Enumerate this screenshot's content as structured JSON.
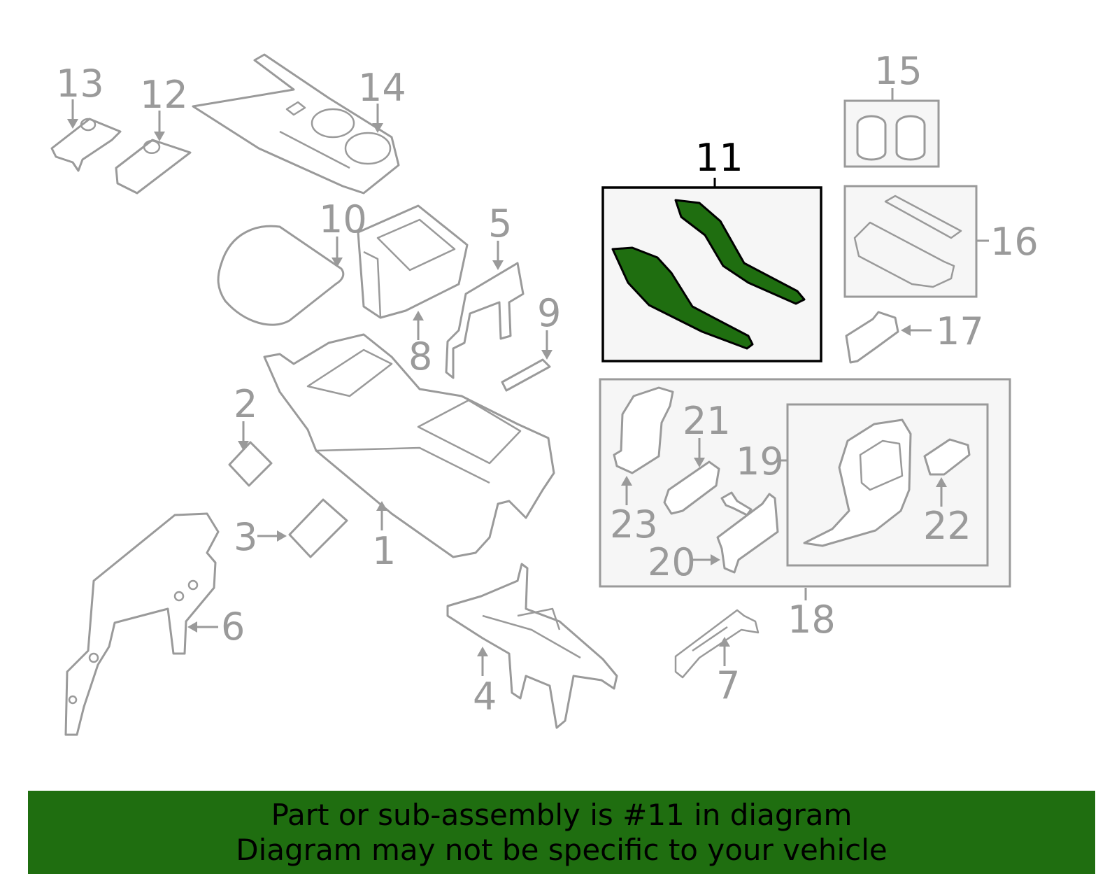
{
  "colors": {
    "banner_bg": "#1f6e10",
    "highlight_fill": "#1f6e10",
    "line_gray": "#9a9a9a",
    "box_fill": "#f6f6f6"
  },
  "callouts": {
    "c1": "1",
    "c2": "2",
    "c3": "3",
    "c4": "4",
    "c5": "5",
    "c6": "6",
    "c7": "7",
    "c8": "8",
    "c9": "9",
    "c10": "10",
    "c11": "11",
    "c12": "12",
    "c13": "13",
    "c14": "14",
    "c15": "15",
    "c16": "16",
    "c17": "17",
    "c18": "18",
    "c19": "19",
    "c20": "20",
    "c21": "21",
    "c22": "22",
    "c23": "23"
  },
  "highlighted_part": "11",
  "banner": {
    "line1": "Part or sub-assembly is #11 in diagram",
    "line2": "Diagram may not be specific to your vehicle"
  }
}
